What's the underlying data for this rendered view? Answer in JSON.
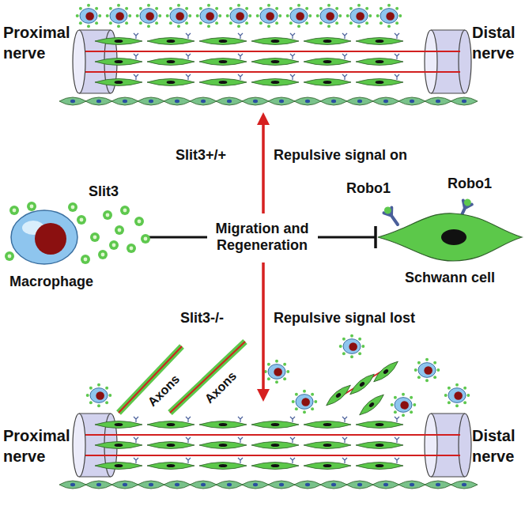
{
  "diagram": {
    "nodes": [
      {
        "text": [
          "Macrophage"
        ]
      },
      {
        "text": [
          "Schwann cell"
        ]
      }
    ],
    "edges": [
      {
        "from": 0,
        "to": 1,
        "arrow": "to",
        "label": "Migration and Regeneration"
      }
    ],
    "labels": [
      "Proximal nerve",
      "Distal nerve",
      "Slit3+/+",
      "Repulsive signal on",
      "Slit3",
      "Robo1",
      "Robo1",
      "Slit3-/-",
      "Repulsive signal lost",
      "Axons",
      "Axons",
      "Proximal nerve",
      "Distal nerve"
    ]
  }
}
